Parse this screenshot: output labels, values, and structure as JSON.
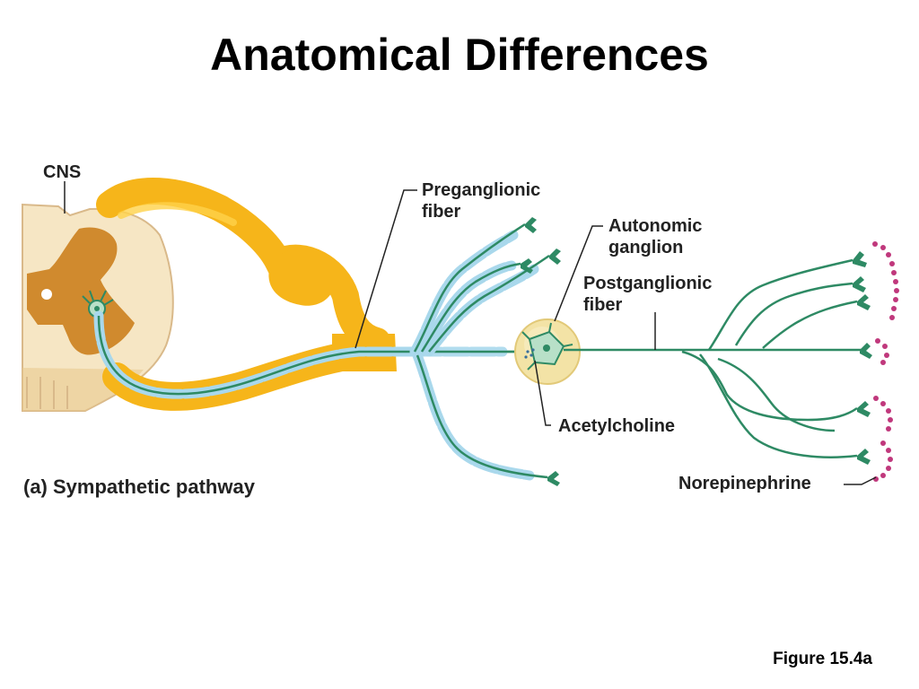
{
  "slide": {
    "title": "Anatomical Differences",
    "figure_number": "Figure 15.4a"
  },
  "diagram": {
    "caption": "(a) Sympathetic pathway",
    "labels": {
      "cns": "CNS",
      "preganglionic_line1": "Preganglionic",
      "preganglionic_line2": "fiber",
      "autonomic_line1": "Autonomic",
      "autonomic_line2": "ganglion",
      "postganglionic_line1": "Postganglionic",
      "postganglionic_line2": "fiber",
      "acetylcholine": "Acetylcholine",
      "norepinephrine": "Norepinephrine"
    },
    "colors": {
      "spinal_cord": "#f6e6c4",
      "gray_matter": "#d08a2e",
      "nerve": "#f6b51a",
      "nerve_highlight": "#ffd24a",
      "myelin": "#a9d8ec",
      "axon": "#2e8a64",
      "ganglion": "#f3e3a6",
      "neurotransmitter": "#c0387c"
    }
  }
}
